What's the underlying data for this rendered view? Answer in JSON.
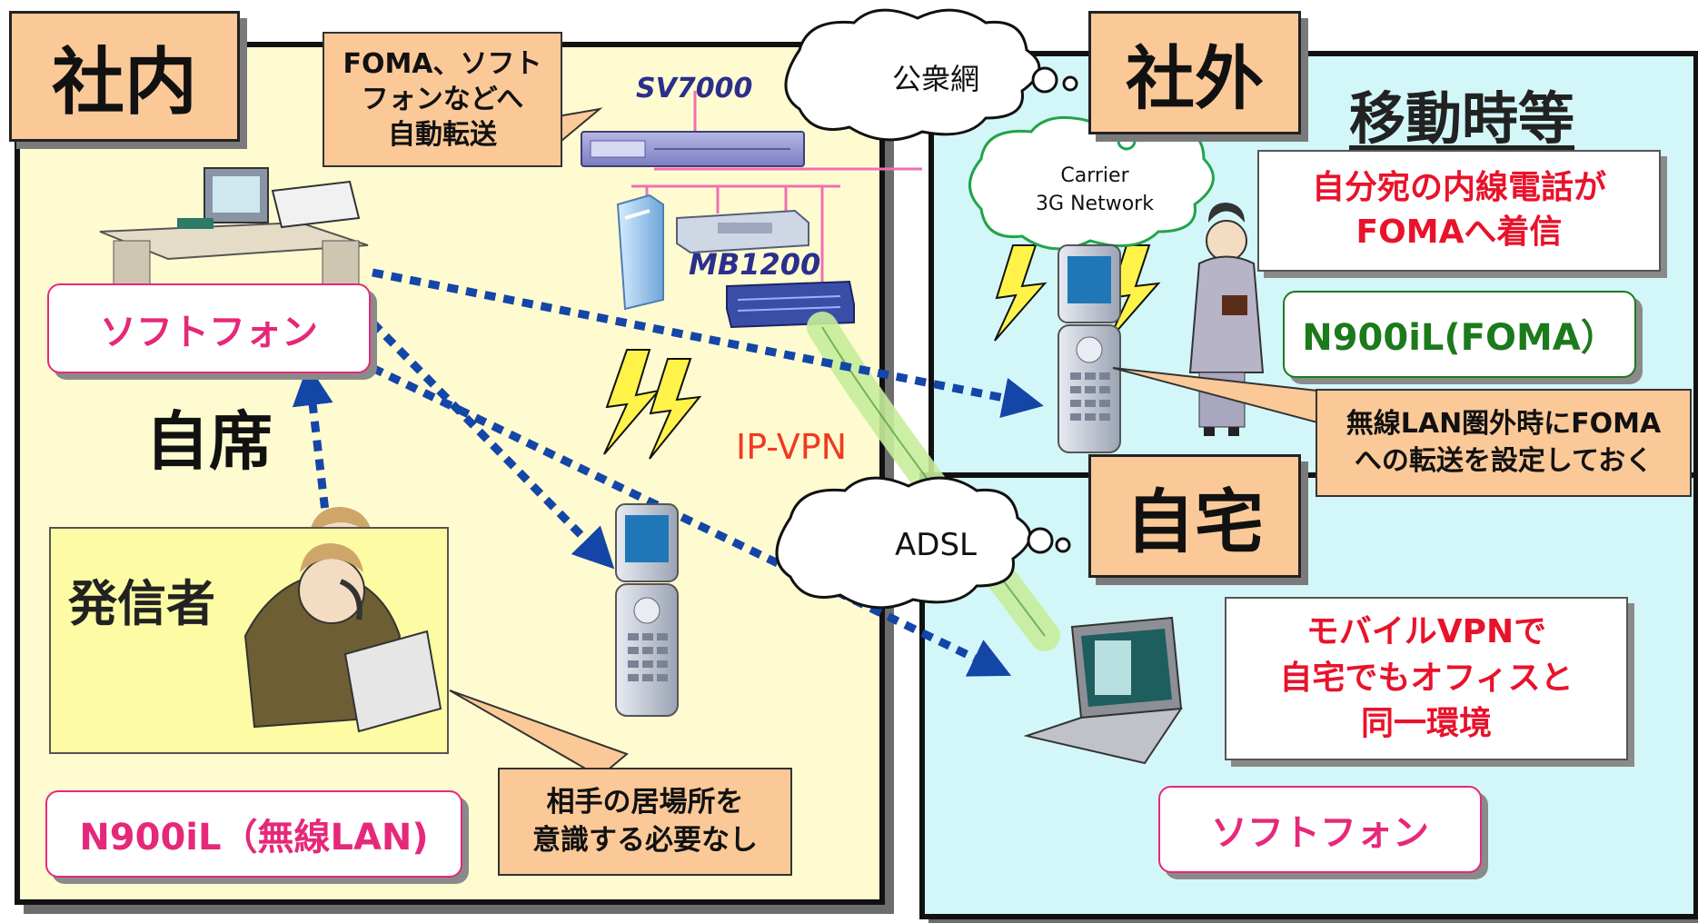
{
  "labels": {
    "shanai": "社内",
    "shagai": "社外",
    "jitaku": "自宅",
    "jiseki": "自席",
    "idouji": "移動時等",
    "hasshinsha": "発信者"
  },
  "callouts": {
    "foma_transfer": "FOMA、ソフト\nフォンなどへ\n自動転送",
    "no_location": "相手の居場所を\n意識する必要なし",
    "wlan_out": "無線LAN圏外時にFOMA\nへの転送を設定しておく"
  },
  "clouds": {
    "public": "公衆網",
    "carrier": "Carrier\n3G Network",
    "adsl": "ADSL"
  },
  "devices": {
    "sv7000": "SV7000",
    "mb1200": "MB1200",
    "ipvpn": "IP-VPN"
  },
  "boxes": {
    "softphone_office": "ソフトフォン",
    "softphone_home": "ソフトフォン",
    "n900il_wlan": "N900iL（無線LAN)",
    "n900il_foma": "N900iL(FOMA）",
    "incoming_foma": "自分宛の内線電話が\nFOMAへ着信",
    "mobile_vpn": "モバイルVPNで\n自宅でもオフィスと\n同一環境"
  },
  "colors": {
    "office_bg": "#fffbd0",
    "outside_bg": "#d3f7f8",
    "tag_bg": "#fbc998",
    "red_text": "#e8132b",
    "green_text": "#1b7a1b",
    "magenta_text": "#e6287a",
    "arrow": "#1446a8"
  }
}
